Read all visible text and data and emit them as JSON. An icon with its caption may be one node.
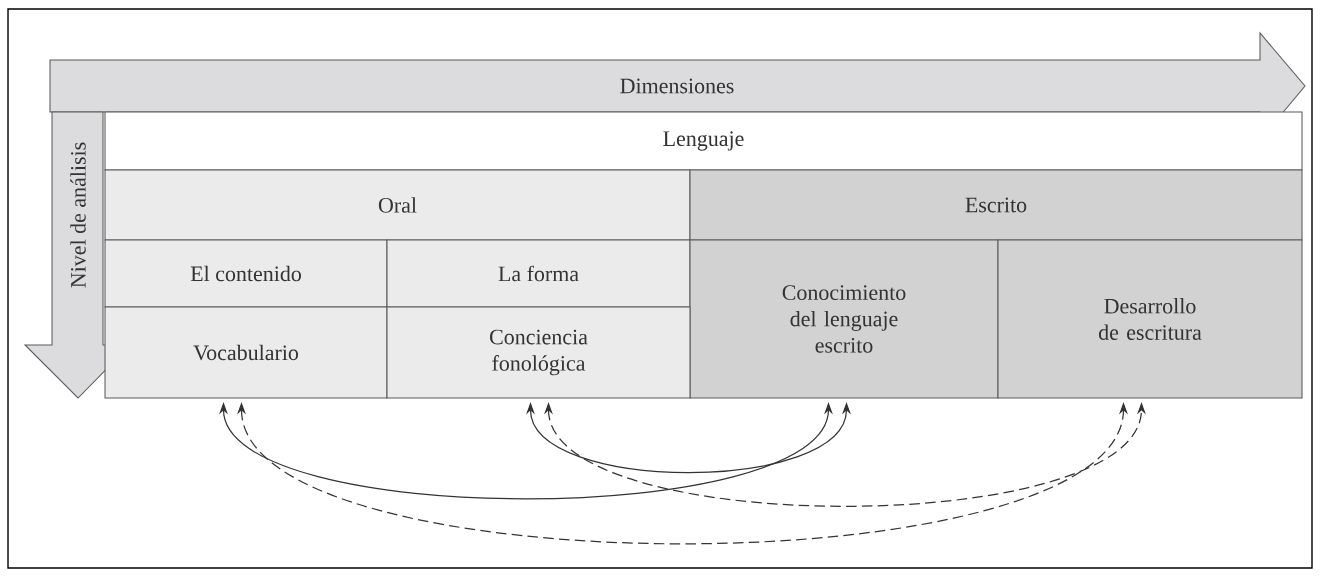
{
  "diagram": {
    "nodes": [
      {
        "text": [
          "Dimensiones"
        ]
      },
      {
        "text": [
          "Nivel de análisis"
        ]
      },
      {
        "text": [
          "Lenguaje"
        ]
      },
      {
        "text": [
          "Oral"
        ]
      },
      {
        "text": [
          "Escrito"
        ]
      },
      {
        "text": [
          "El contenido"
        ]
      },
      {
        "text": [
          "La forma"
        ]
      },
      {
        "text": [
          "Conocimiento del lenguaje escrito"
        ]
      },
      {
        "text": [
          "Desarrollo de escritura"
        ]
      },
      {
        "text": [
          "Vocabulario"
        ]
      },
      {
        "text": [
          "Conciencia fonológica"
        ]
      }
    ],
    "edges": [
      {
        "from": 9,
        "to": 7,
        "arrow": "both"
      },
      {
        "from": 10,
        "to": 7,
        "arrow": "both"
      },
      {
        "from": 10,
        "to": 8,
        "arrow": "both",
        "style": "dashed"
      },
      {
        "from": 9,
        "to": 8,
        "arrow": "both",
        "style": "dashed"
      }
    ]
  }
}
